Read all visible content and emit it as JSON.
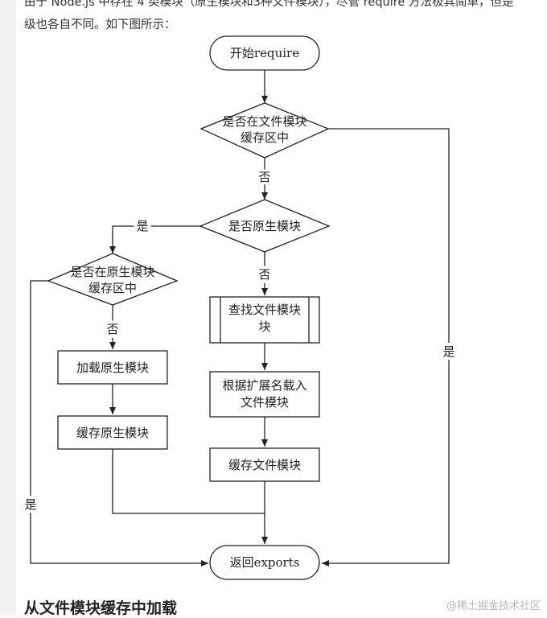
{
  "article": {
    "intro_line_1": "由于 Node.js 中存在 4 类模块（原生模块和3种文件模块），尽管 require 方法极其简单，但是",
    "intro_line_2": "级也各自不同。如下图所示：",
    "section_heading": "从文件模块缓存中加载",
    "watermark": "@稀土掘金技术社区"
  },
  "flowchart": {
    "nodes": {
      "start": "开始require",
      "check_file_cache": [
        "是否在文件模块",
        "缓存区中"
      ],
      "check_native": "是否原生模块",
      "check_native_cache": [
        "是否在原生模块",
        "缓存区中"
      ],
      "find_file_module": [
        "查找文件模块",
        "块"
      ],
      "load_by_extension": [
        "根据扩展名载入",
        "文件模块"
      ],
      "cache_file_module": "缓存文件模块",
      "load_native": "加载原生模块",
      "cache_native": "缓存原生模块",
      "end": "返回exports"
    },
    "edge_labels": {
      "file_cache_no": "否",
      "file_cache_yes": "是",
      "native_yes": "是",
      "native_no": "否",
      "native_cache_no": "否",
      "native_cache_yes": "是"
    }
  }
}
